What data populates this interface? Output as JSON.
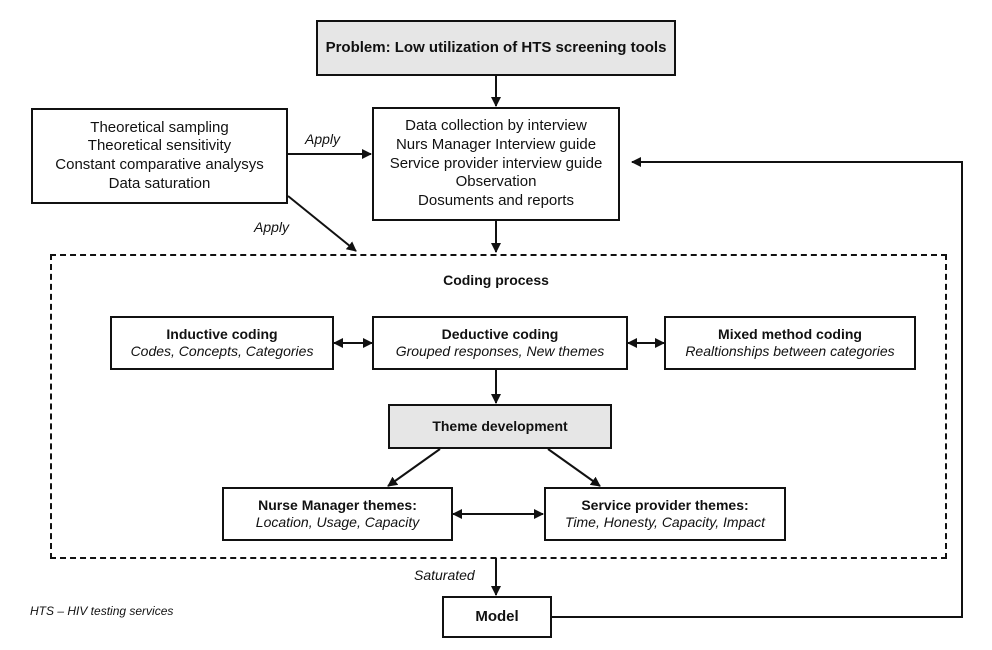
{
  "problem": "Problem: Low utilization of HTS screening tools",
  "methods": [
    "Theoretical sampling",
    "Theoretical sensitivity",
    "Constant comparative analysys",
    "Data saturation"
  ],
  "data_collection": [
    "Data collection by interview",
    "Nurs Manager Interview guide",
    "Service provider interview guide",
    "Observation",
    "Dosuments and reports"
  ],
  "apply_label": "Apply",
  "coding_process": "Coding process",
  "inductive": {
    "title": "Inductive coding",
    "subtitle": "Codes, Concepts, Categories"
  },
  "deductive": {
    "title": "Deductive coding",
    "subtitle": "Grouped responses, New themes"
  },
  "mixed": {
    "title": "Mixed method coding",
    "subtitle": "Realtionships between categories"
  },
  "theme_dev": "Theme development",
  "nurse_themes": {
    "title": "Nurse Manager themes:",
    "subtitle": "Location, Usage, Capacity"
  },
  "provider_themes": {
    "title": "Service provider themes:",
    "subtitle": "Time, Honesty, Capacity, Impact"
  },
  "saturated_label": "Saturated",
  "model": "Model",
  "footnote": "HTS – HIV testing services"
}
